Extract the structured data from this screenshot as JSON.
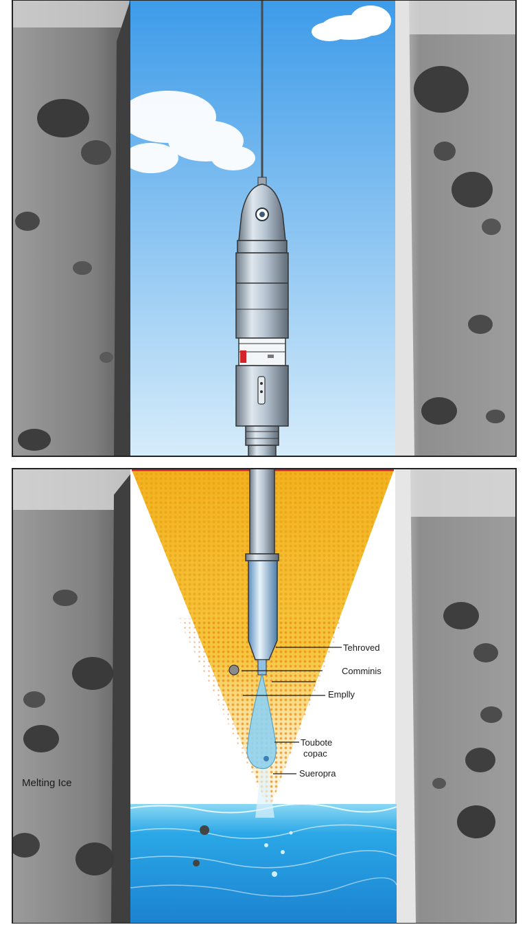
{
  "colors": {
    "sky_top": "#3d9be9",
    "sky_bottom": "#d6ecfa",
    "ice_rock": "#8a8a8a",
    "melt_zone": "#f2b21e",
    "water": "#2aa7e6",
    "probe_metal": "#b9c6d3",
    "accent_red": "#d2232a"
  },
  "icons": [
    "probe-camera-icon",
    "probe-status-light-icon"
  ],
  "labels": {
    "tehroved": "Tehroved",
    "comminis": "Comminis",
    "emplly": "Emplly",
    "toubote_line1": "Toubote",
    "toubote_line2": "copac",
    "sueropra": "Sueropra",
    "melting_ice": "Melting Ice"
  }
}
